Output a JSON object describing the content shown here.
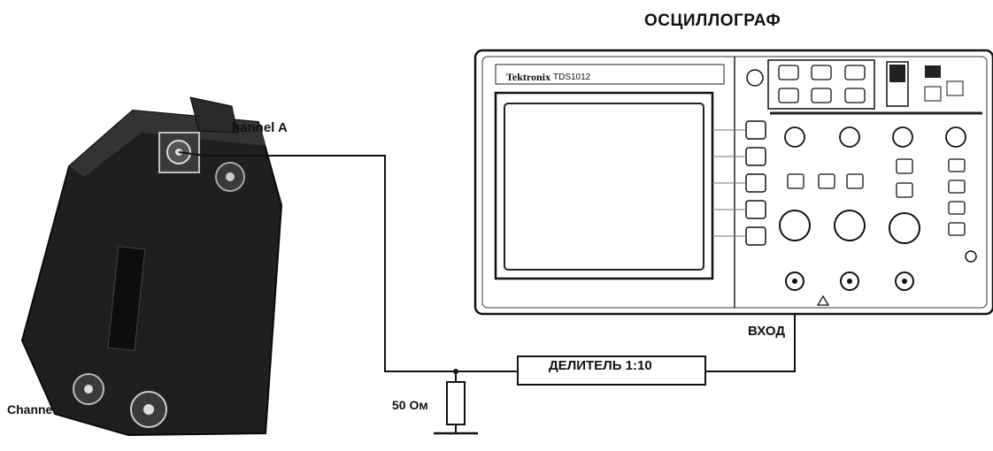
{
  "diagram": {
    "oscilloscope_title": "ОСЦИЛЛОГРАФ",
    "oscilloscope_brand": "Tektronix",
    "oscilloscope_model": "TDS1012",
    "channel_a_label": "hannel A",
    "channel_b_label": "Channe",
    "input_label": "ВХОД",
    "divider_label": "ДЕЛИТЕЛЬ 1:10",
    "resistor_label": "50 Ом"
  },
  "colors": {
    "line": "#111111",
    "device_body": "#1f1f1f",
    "panel_bg": "#ffffff"
  }
}
